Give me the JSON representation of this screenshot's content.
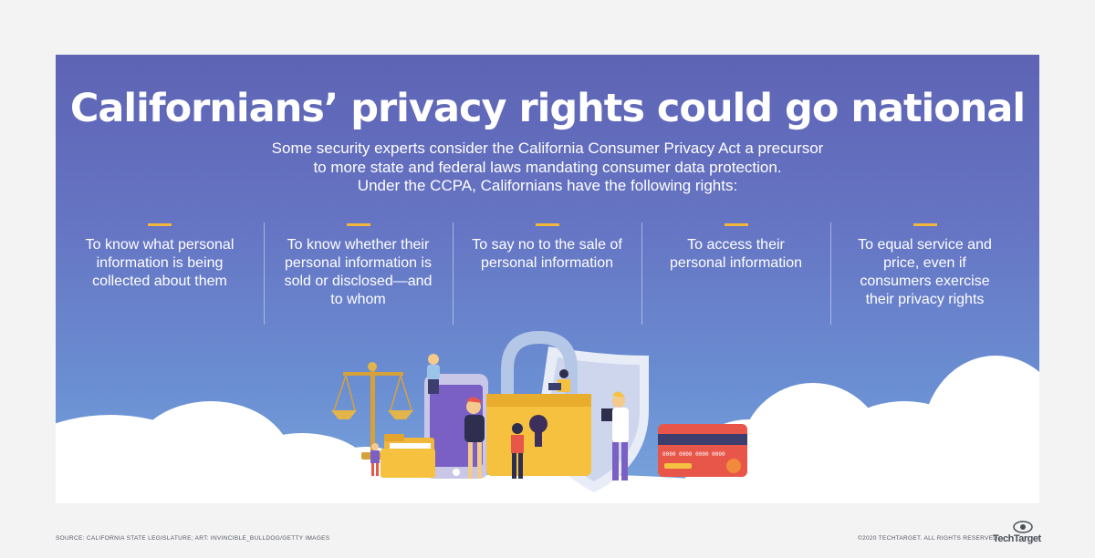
{
  "title": "Californians’ privacy rights could go national",
  "subtitle": {
    "lines": [
      "Some security experts consider the California Consumer Privacy Act a precursor",
      "to more state and federal laws mandating consumer data protection.",
      "Under the CCPA, Californians have the following rights:"
    ]
  },
  "rights": [
    {
      "text": "To know what personal information is being collected about them"
    },
    {
      "text": "To know whether their personal information is sold or disclosed—and to whom"
    },
    {
      "text": "To say no to the sale of personal information"
    },
    {
      "text": "To access their personal information"
    },
    {
      "text": "To equal service and price, even if consumers exercise their privacy rights"
    }
  ],
  "footer": {
    "source": "SOURCE: CALIFORNIA STATE LEGISLATURE; ART: INVINCIBLE_BULLDOG/GETTY IMAGES",
    "copyright": "©2020 TECHTARGET. ALL RIGHTS RESERVED",
    "logo": "TechTarget"
  },
  "colors": {
    "panel_top": "#5e63b4",
    "panel_bottom": "#7aa6dc",
    "accent": "#f2b73a",
    "text": "#ffffff"
  },
  "icons": [
    "scales-icon",
    "phone-icon",
    "padlock-icon",
    "shield-icon",
    "folder-icon",
    "credit-card-icon",
    "eye-icon"
  ]
}
